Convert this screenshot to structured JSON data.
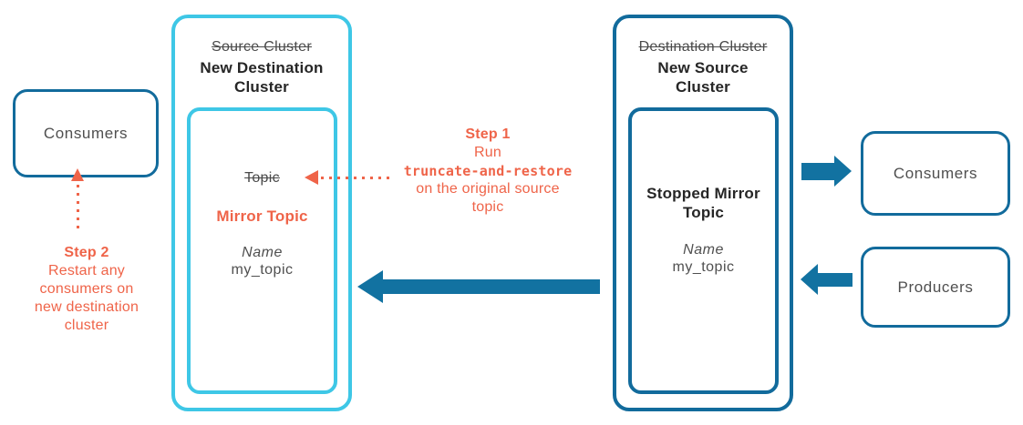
{
  "palette": {
    "cyan": "#3EC7E6",
    "dark_blue": "#126B9C",
    "arrow_blue": "#1272A1",
    "orange": "#EF6449",
    "title_dark": "#262626",
    "text_gray": "#4F4F4F"
  },
  "left_consumers": {
    "label": "Consumers"
  },
  "step2": {
    "title": "Step 2",
    "lines": [
      "Restart any",
      "consumers on",
      "new destination",
      "cluster"
    ]
  },
  "new_destination_cluster": {
    "old_title": "Source Cluster",
    "new_title": "New Destination Cluster",
    "topic": {
      "old_label": "Topic",
      "new_label": "Mirror Topic",
      "name_label": "Name",
      "name_value": "my_topic"
    }
  },
  "step1": {
    "title": "Step 1",
    "line_run": "Run",
    "code": "truncate-and-restore",
    "line_on": "on the original source",
    "line_topic": "topic"
  },
  "new_source_cluster": {
    "old_title": "Destination Cluster",
    "new_title": "New Source Cluster",
    "topic": {
      "label": "Stopped Mirror Topic",
      "name_label": "Name",
      "name_value": "my_topic"
    }
  },
  "right_consumers": {
    "label": "Consumers"
  },
  "right_producers": {
    "label": "Producers"
  }
}
